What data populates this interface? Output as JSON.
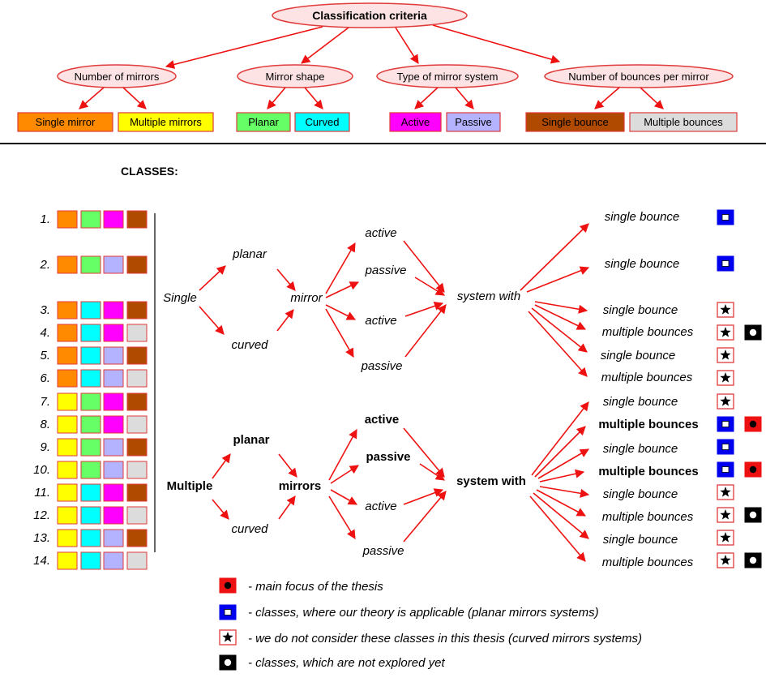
{
  "colors": {
    "arrow": "#ee1111",
    "ellipse_fill": "#fde3e3",
    "box_stroke": "#e03a3a",
    "orange": "#ff8a00",
    "yellow": "#ffff00",
    "green": "#66ff66",
    "cyan": "#00ffff",
    "magenta": "#ff00ff",
    "lavender": "#b3b3ff",
    "brown": "#b04a00",
    "lightgray": "#dcdcdc",
    "sym_red": "#ee1111",
    "sym_blue": "#0000ee",
    "sym_black": "#000000"
  },
  "criteria": {
    "root": "Classification criteria",
    "groups": [
      {
        "label": "Number of mirrors",
        "options": [
          {
            "label": "Single mirror",
            "color": "orange"
          },
          {
            "label": "Multiple mirrors",
            "color": "yellow"
          }
        ]
      },
      {
        "label": "Mirror shape",
        "options": [
          {
            "label": "Planar",
            "color": "green"
          },
          {
            "label": "Curved",
            "color": "cyan"
          }
        ]
      },
      {
        "label": "Type of mirror system",
        "options": [
          {
            "label": "Active",
            "color": "magenta"
          },
          {
            "label": "Passive",
            "color": "lavender"
          }
        ]
      },
      {
        "label": "Number of bounces per mirror",
        "options": [
          {
            "label": "Single bounce",
            "color": "brown"
          },
          {
            "label": "Multiple bounces",
            "color": "lightgray"
          }
        ]
      }
    ]
  },
  "classes_heading": "CLASSES:",
  "classes": [
    {
      "num": "1.",
      "colors": [
        "orange",
        "green",
        "magenta",
        "brown"
      ]
    },
    {
      "num": "2.",
      "colors": [
        "orange",
        "green",
        "lavender",
        "brown"
      ]
    },
    {
      "num": "3.",
      "colors": [
        "orange",
        "cyan",
        "magenta",
        "brown"
      ]
    },
    {
      "num": "4.",
      "colors": [
        "orange",
        "cyan",
        "magenta",
        "lightgray"
      ]
    },
    {
      "num": "5.",
      "colors": [
        "orange",
        "cyan",
        "lavender",
        "brown"
      ]
    },
    {
      "num": "6.",
      "colors": [
        "orange",
        "cyan",
        "lavender",
        "lightgray"
      ]
    },
    {
      "num": "7.",
      "colors": [
        "yellow",
        "green",
        "magenta",
        "brown"
      ]
    },
    {
      "num": "8.",
      "colors": [
        "yellow",
        "green",
        "magenta",
        "lightgray"
      ]
    },
    {
      "num": "9.",
      "colors": [
        "yellow",
        "green",
        "lavender",
        "brown"
      ]
    },
    {
      "num": "10.",
      "colors": [
        "yellow",
        "green",
        "lavender",
        "lightgray"
      ]
    },
    {
      "num": "11.",
      "colors": [
        "yellow",
        "cyan",
        "magenta",
        "brown"
      ]
    },
    {
      "num": "12.",
      "colors": [
        "yellow",
        "cyan",
        "magenta",
        "lightgray"
      ]
    },
    {
      "num": "13.",
      "colors": [
        "yellow",
        "cyan",
        "lavender",
        "brown"
      ]
    },
    {
      "num": "14.",
      "colors": [
        "yellow",
        "cyan",
        "lavender",
        "lightgray"
      ]
    }
  ],
  "tree": {
    "single": {
      "root": "Single",
      "shapes": [
        "planar",
        "curved"
      ],
      "hub": "mirror",
      "types": [
        "active",
        "passive",
        "active",
        "passive"
      ],
      "system": "system with",
      "leaves": [
        {
          "label": "single bounce",
          "symbols": [
            "blue"
          ]
        },
        {
          "label": "single bounce",
          "symbols": [
            "blue"
          ]
        },
        {
          "label": "single bounce",
          "symbols": [
            "star"
          ]
        },
        {
          "label": "multiple bounces",
          "symbols": [
            "star",
            "black"
          ]
        },
        {
          "label": "single bounce",
          "symbols": [
            "star"
          ]
        },
        {
          "label": "multiple bounces",
          "symbols": [
            "star"
          ]
        }
      ]
    },
    "multiple": {
      "root": "Multiple",
      "shapes": [
        "planar",
        "curved"
      ],
      "hub": "mirrors",
      "types": [
        "active",
        "passive",
        "active",
        "passive"
      ],
      "system": "system with",
      "leaves": [
        {
          "label": "single bounce",
          "symbols": [
            "star"
          ]
        },
        {
          "label": "multiple bounces",
          "symbols": [
            "blue",
            "red"
          ]
        },
        {
          "label": "single bounce",
          "symbols": [
            "blue"
          ]
        },
        {
          "label": "multiple bounces",
          "symbols": [
            "blue",
            "red"
          ]
        },
        {
          "label": "single bounce",
          "symbols": [
            "star"
          ]
        },
        {
          "label": "multiple bounces",
          "symbols": [
            "star",
            "black"
          ]
        },
        {
          "label": "single bounce",
          "symbols": [
            "star"
          ]
        },
        {
          "label": "multiple bounces",
          "symbols": [
            "star",
            "black"
          ]
        }
      ]
    }
  },
  "legend": [
    {
      "symbol": "red",
      "text": "-  main focus of the thesis"
    },
    {
      "symbol": "blue",
      "text": "-  classes, where our theory is applicable (planar mirrors systems)"
    },
    {
      "symbol": "star",
      "text": "-  we do not consider these classes in this thesis (curved mirrors systems)"
    },
    {
      "symbol": "black",
      "text": "-  classes, which are not explored yet"
    }
  ]
}
